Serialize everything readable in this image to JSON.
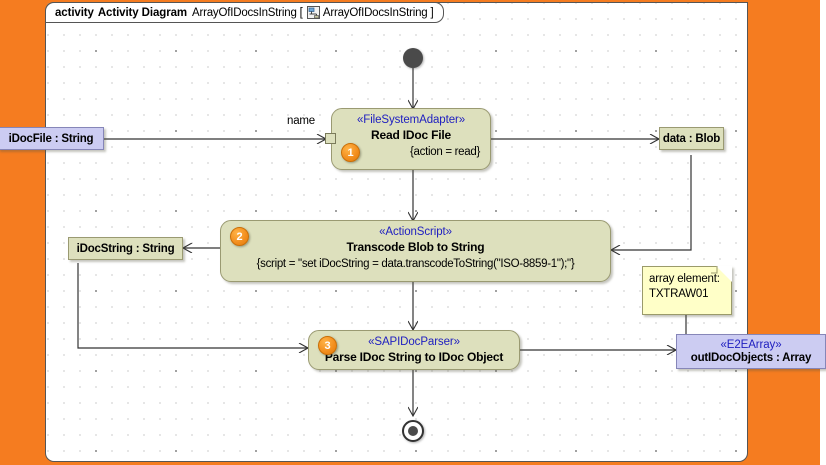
{
  "canvas": {
    "background_color": "#f57c20",
    "diagram_background": "#ffffff",
    "grid": "dotted"
  },
  "header": {
    "keyword": "activity",
    "kind": "Activity Diagram",
    "name": "ArrayOfIDocsInString",
    "bracket_open": "[",
    "icon": "activity-diagram-icon",
    "scope": "ArrayOfIDocsInString",
    "bracket_close": "]"
  },
  "nodes": {
    "initial": {
      "name": "initial-node"
    },
    "final": {
      "name": "activity-final-node"
    },
    "action1": {
      "badge": "1",
      "stereotype": "«FileSystemAdapter»",
      "title": "Read IDoc File",
      "property": "{action = read}",
      "pin_label": "name",
      "fill_color": "#dde0bd"
    },
    "action2": {
      "badge": "2",
      "stereotype": "«ActionScript»",
      "title": "Transcode Blob to String",
      "property": "{script = \"set iDocString = data.transcodeToString(\"ISO-8859-1\");\"}",
      "fill_color": "#dde0bd"
    },
    "action3": {
      "badge": "3",
      "stereotype": "«SAPIDocParser»",
      "title": "Parse IDoc String to IDoc Object",
      "fill_color": "#dde0bd"
    }
  },
  "objects": {
    "idocfile": {
      "label": "iDocFile : String",
      "fill_color": "#ccccf2"
    },
    "datablob": {
      "label": "data : Blob",
      "fill_color": "#dde0bd"
    },
    "idocstring": {
      "label": "iDocString : String",
      "fill_color": "#dde0bd"
    },
    "outidocobjects": {
      "stereotype": "«E2EArray»",
      "label": "outIDocObjects : Array",
      "fill_color": "#ccccf2"
    }
  },
  "note": {
    "line1": "array element:",
    "line2": "TXTRAW01",
    "fill_color": "#ffffc8"
  }
}
